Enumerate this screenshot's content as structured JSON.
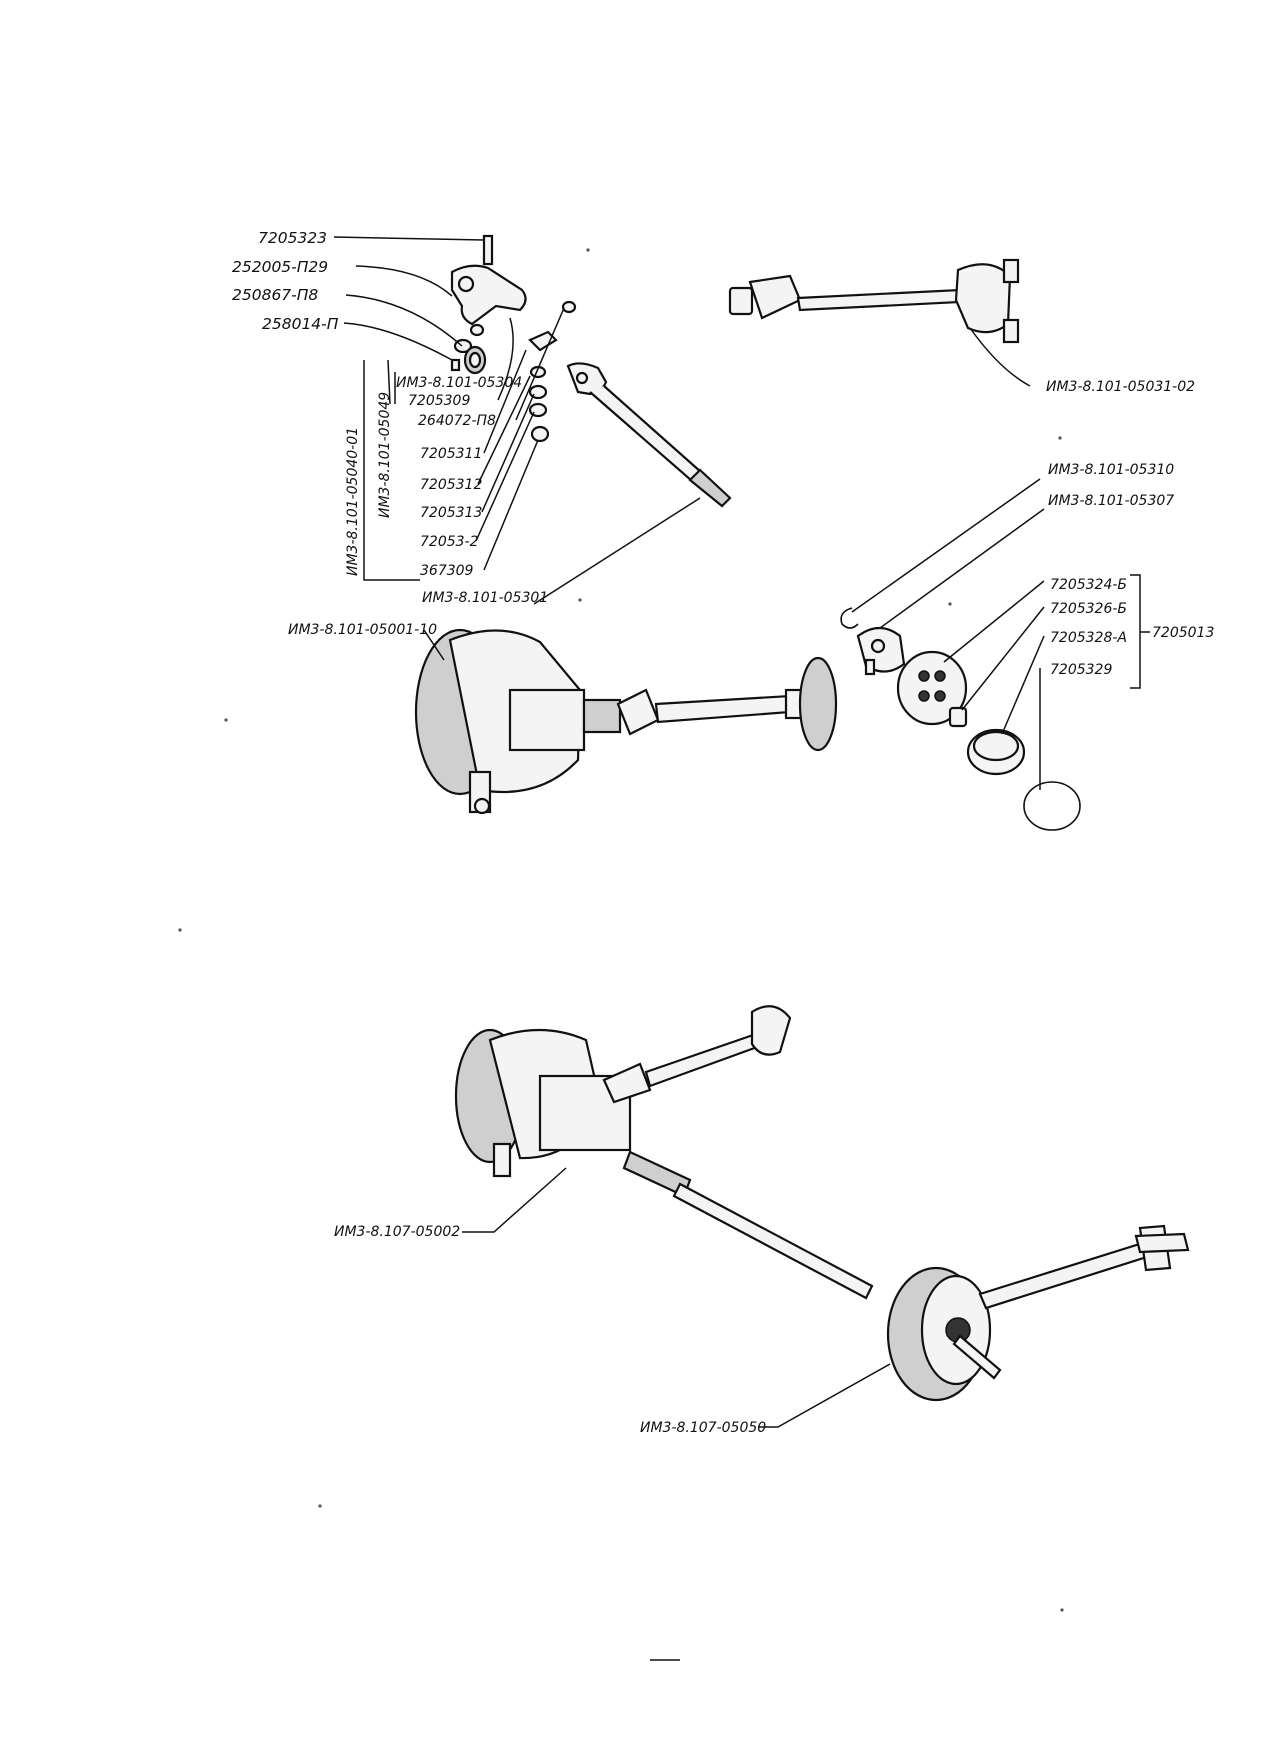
{
  "top_assembly": {
    "callouts": {
      "c1": "7205323",
      "c2": "252005-П29",
      "c3": "250867-П8",
      "c4": "258014-П",
      "c5": "ИМ3-8.101-05304",
      "c6": "7205309",
      "c7": "264072-П8",
      "c8": "7205311",
      "c9": "7205312",
      "c10": "7205313",
      "c11": "72053-2",
      "c12": "367309",
      "c13": "ИМ3-8.101-05301",
      "c14": "ИМ3-8.101-05001-10",
      "c15": "ИМ3-8.101-05031-02",
      "c16": "ИМ3-8.101-05310",
      "c17": "ИМ3-8.101-05307",
      "c18": "7205324-Б",
      "c19": "7205326-Б",
      "c20": "7205328-А",
      "c21": "7205329",
      "c22": "7205013",
      "v1": "ИМ3-8.101-05040-01",
      "v2": "ИМ3-8.101-05049"
    }
  },
  "bottom_assembly": {
    "callouts": {
      "c1": "ИМ3-8.107-05002",
      "c2": "ИМ3-8.107-05050"
    }
  }
}
